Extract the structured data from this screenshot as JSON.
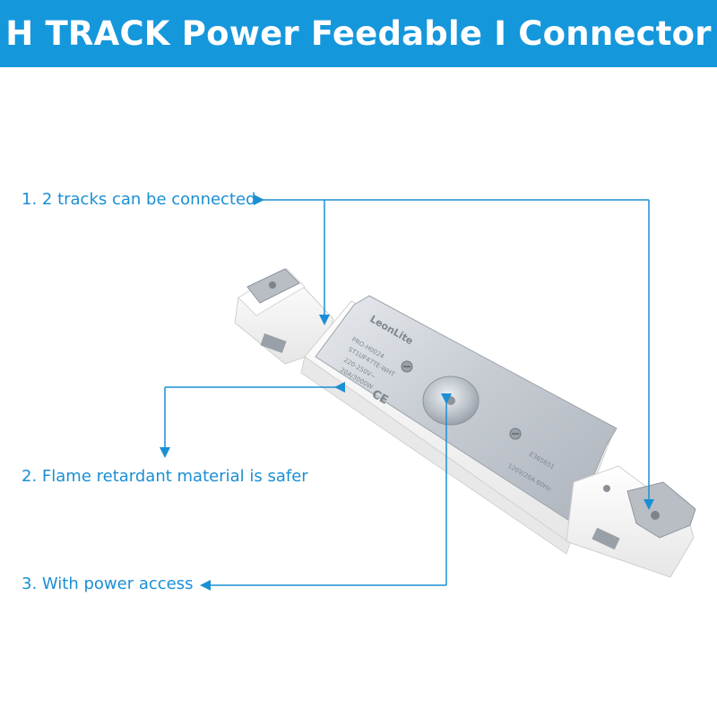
{
  "header": {
    "title": "H TRACK Power Feedable I Connector",
    "background": "#1597dc"
  },
  "callouts": [
    {
      "text": "1. 2 tracks can be connected"
    },
    {
      "text": "2. Flame retardant material is safer"
    },
    {
      "text": "3. With power access"
    }
  ],
  "product": {
    "brand": "LeonLite",
    "model": "PRO-H0024",
    "sku": "ST1UF47TE-WHT",
    "voltage": "220-250V~",
    "rating_left": "20A/3000W",
    "ce_mark": "CE",
    "rating_right": "120V/20A 60Hz",
    "listing": "E365651"
  },
  "colors": {
    "accent": "#1a8fd4",
    "housing": "#f4f4f4",
    "metal": "#c9ced4"
  }
}
